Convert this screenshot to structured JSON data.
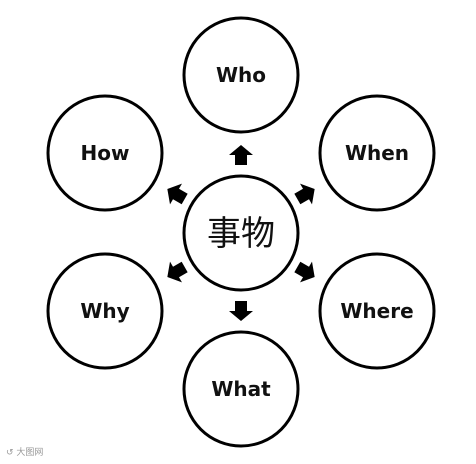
{
  "diagram": {
    "center": {
      "label": "事物"
    },
    "nodes": [
      {
        "id": "who",
        "label": "Who"
      },
      {
        "id": "when",
        "label": "When"
      },
      {
        "id": "where",
        "label": "Where"
      },
      {
        "id": "what",
        "label": "What"
      },
      {
        "id": "why",
        "label": "Why"
      },
      {
        "id": "how",
        "label": "How"
      }
    ]
  },
  "watermark": {
    "text": "↺ 大图网"
  }
}
